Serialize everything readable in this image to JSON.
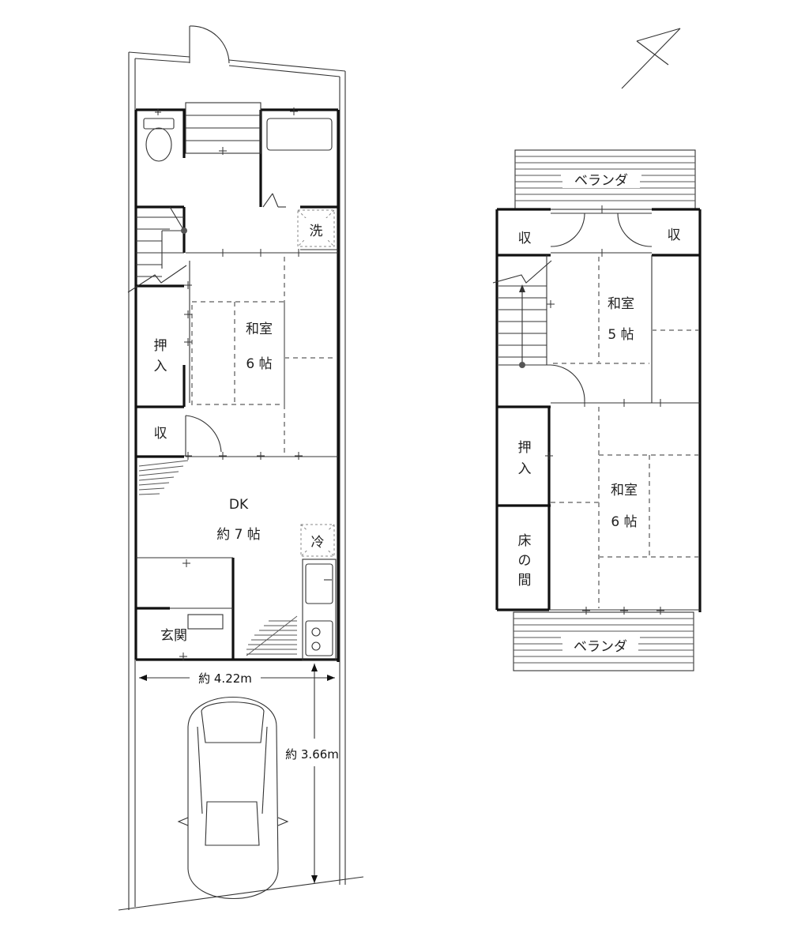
{
  "floor1": {
    "washitsu": {
      "line1": "和室",
      "line2": "6 帖"
    },
    "oshiire": {
      "line1": "押",
      "line2": "入"
    },
    "shuno": "収",
    "dk": {
      "line1": "DK",
      "line2": "約 7 帖"
    },
    "genkan": "玄関",
    "sentaku_mark": "洗",
    "reizo_mark": "冷"
  },
  "floor2": {
    "shuno_left": "収",
    "shuno_right": "収",
    "washitsu_upper": {
      "line1": "和室",
      "line2": "5 帖"
    },
    "washitsu_lower": {
      "line1": "和室",
      "line2": "6 帖"
    },
    "oshiire": {
      "line1": "押",
      "line2": "入"
    },
    "tokonoma": {
      "line1": "床",
      "line2": "の",
      "line3": "間"
    },
    "veranda_top": "ベランダ",
    "veranda_bottom": "ベランダ"
  },
  "dimensions": {
    "width": "約 4.22m",
    "depth": "約 3.66m"
  },
  "compass": {
    "icon": "north-arrow-icon"
  }
}
